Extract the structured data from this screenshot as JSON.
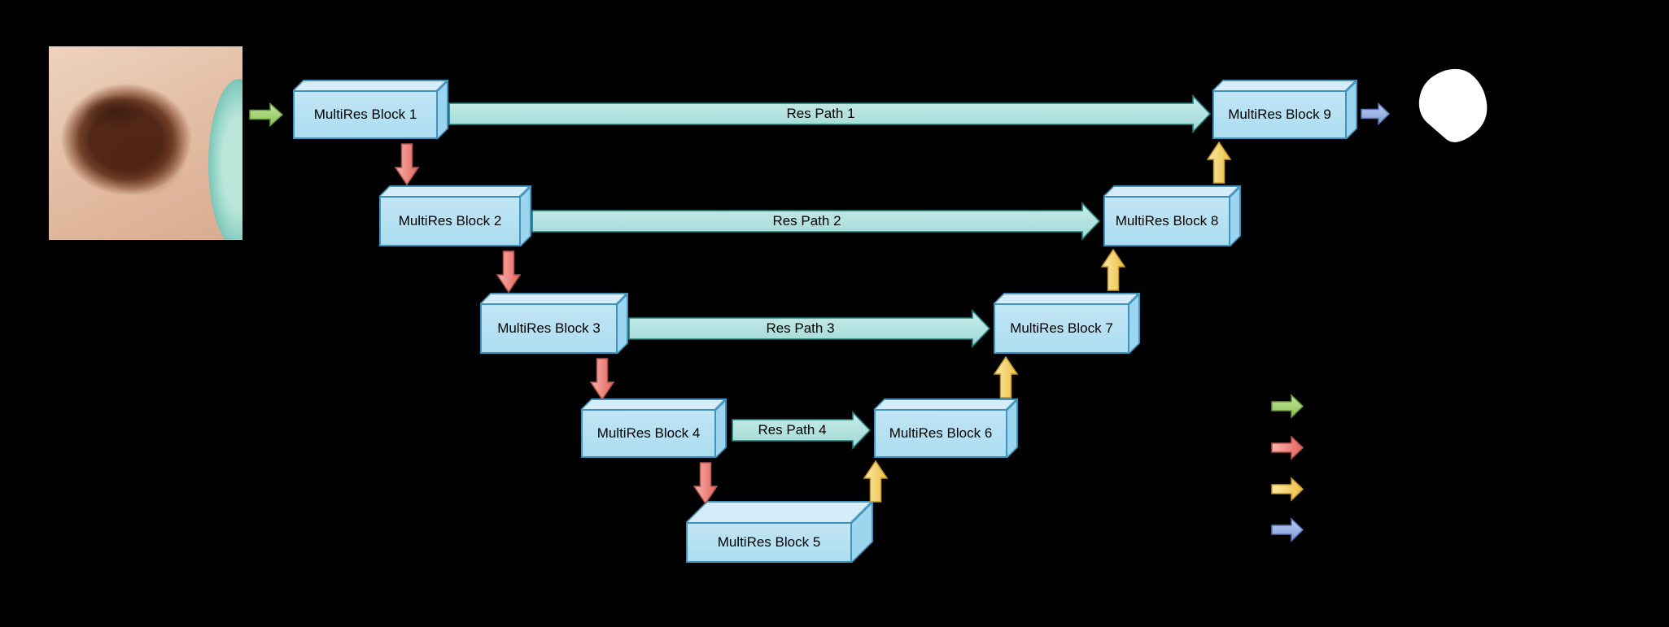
{
  "diagram": {
    "name": "MultiResUNet architecture diagram",
    "background": "#000000"
  },
  "blocks": [
    {
      "label": "MultiRes Block 1"
    },
    {
      "label": "MultiRes Block 2"
    },
    {
      "label": "MultiRes Block 3"
    },
    {
      "label": "MultiRes Block 4"
    },
    {
      "label": "MultiRes Block 5"
    },
    {
      "label": "MultiRes Block 6"
    },
    {
      "label": "MultiRes Block 7"
    },
    {
      "label": "MultiRes Block 8"
    },
    {
      "label": "MultiRes Block 9"
    }
  ],
  "res_paths": [
    {
      "label": "Res Path 1"
    },
    {
      "label": "Res Path 2"
    },
    {
      "label": "Res Path 3"
    },
    {
      "label": "Res Path 4"
    }
  ],
  "legend": {
    "items": [
      {
        "icon": "green-right-arrow-icon",
        "color": "#8cc452"
      },
      {
        "icon": "red-right-arrow-icon",
        "color": "#e5645d"
      },
      {
        "icon": "yellow-right-arrow-icon",
        "color": "#eebe45"
      },
      {
        "icon": "blue-right-arrow-icon",
        "color": "#7f9cd9"
      }
    ]
  },
  "colors": {
    "block_fill": "#b5dff2",
    "block_border": "#3f93bd",
    "res_path_fill": "#aee0dc",
    "res_path_border": "#1f7e7a",
    "input_arrow_green": "#8cc452",
    "downsample_arrow_red": "#e5645d",
    "upsample_arrow_yellow": "#eebe45",
    "output_arrow_blue": "#7f9cd9",
    "mask_fill": "#ffffff"
  }
}
